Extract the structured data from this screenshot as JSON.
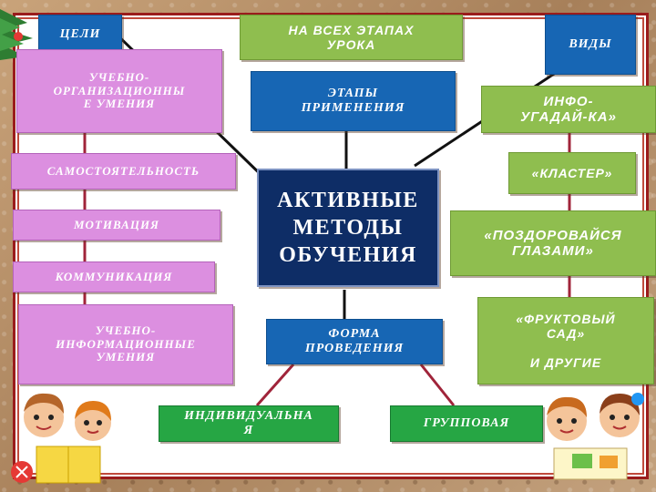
{
  "boxes": {
    "goals": "ЦЕЛИ",
    "all_stages": "НА ВСЕХ ЭТАПАХ\nУРОКА",
    "types": "ВИДЫ",
    "stages": "ЭТАПЫ\nПРИМЕНЕНИЯ",
    "center": "АКТИВНЫЕ\nМЕТОДЫ\nОБУЧЕНИЯ",
    "form": "ФОРМА\nПРОВЕДЕНИЯ"
  },
  "goals": [
    "УЧЕБНО-\nОРГАНИЗАЦИОННЫ\nЕ УМЕНИЯ",
    "САМОСТОЯТЕЛЬНОСТЬ",
    "МОТИВАЦИЯ",
    "КОММУНИКАЦИЯ",
    "УЧЕБНО-\nИНФОРМАЦИОННЫЕ\nУМЕНИЯ"
  ],
  "types": [
    "ИНФО-\nУГАДАЙ-КА»",
    "«КЛАСТЕР»",
    "«ПОЗДОРОВАЙСЯ\nГЛАЗАМИ»",
    "«ФРУКТОВЫЙ\nСАД»\n\nИ ДРУГИЕ"
  ],
  "forms": [
    "ИНДИВИДУАЛЬНА\nЯ",
    "ГРУППОВАЯ"
  ]
}
